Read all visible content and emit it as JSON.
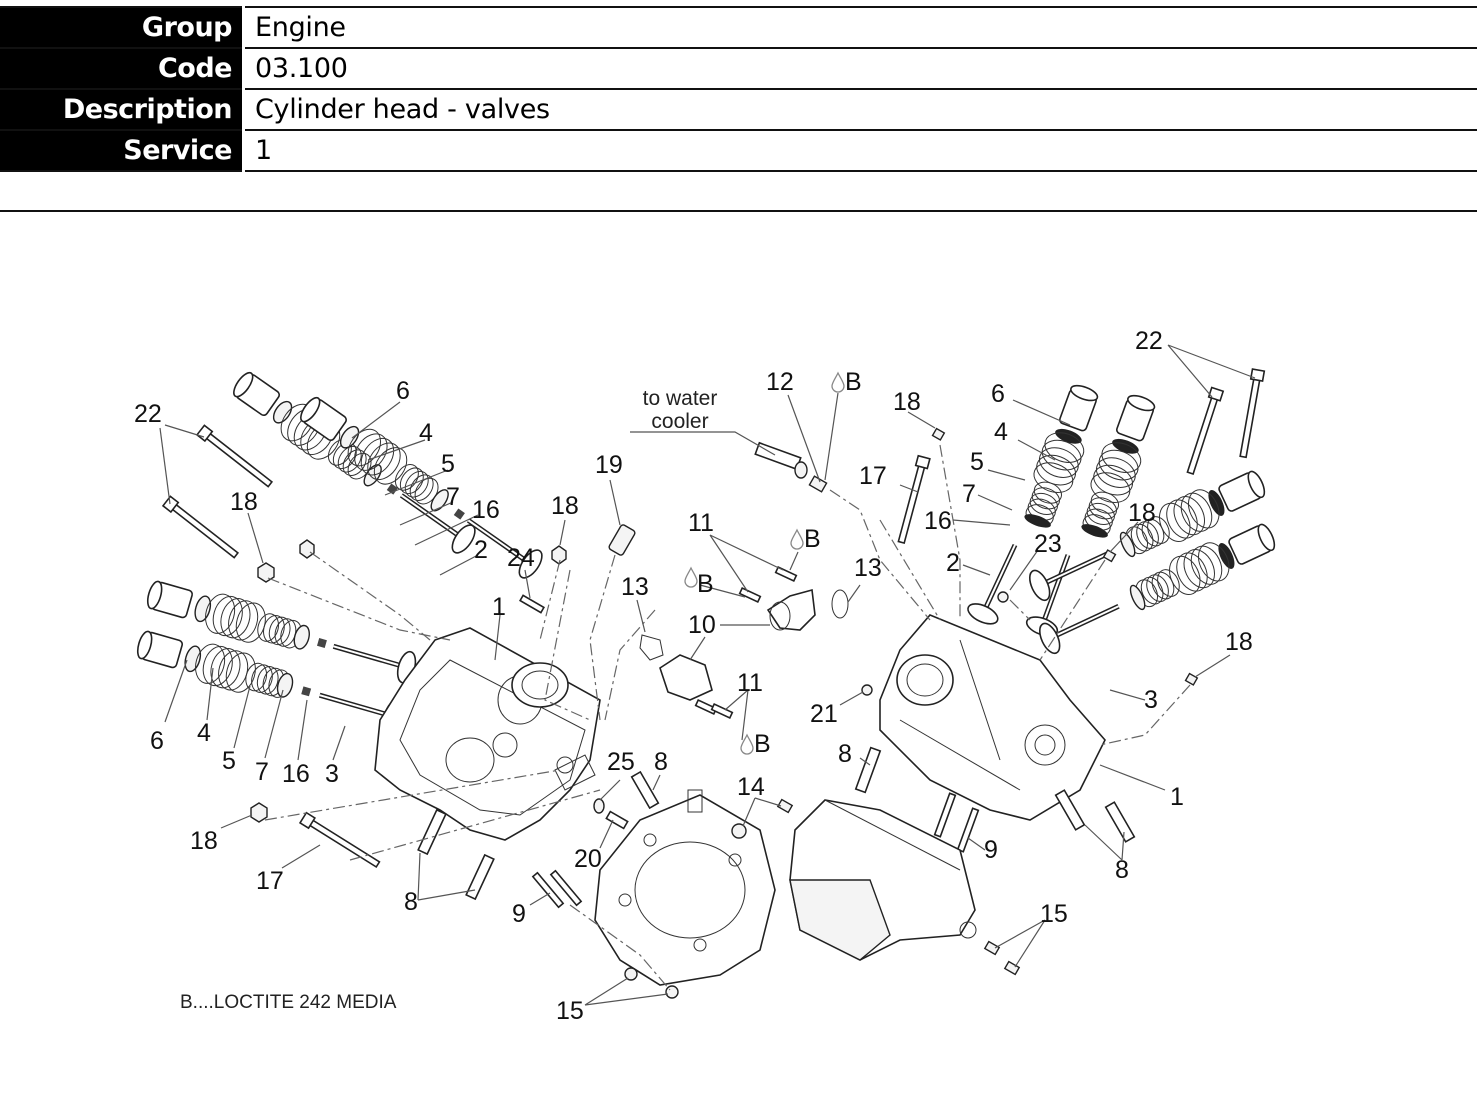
{
  "header": {
    "rows": [
      {
        "label": "Group",
        "value": "Engine"
      },
      {
        "label": "Code",
        "value": "03.100"
      },
      {
        "label": "Description",
        "value": "Cylinder head - valves"
      },
      {
        "label": "Service",
        "value": "1"
      }
    ]
  },
  "diagram": {
    "title": "Cylinder head - valves exploded view",
    "note": "B....LOCTITE 242 MEDIA",
    "water_label_line1": "to water",
    "water_label_line2": "cooler",
    "loctite_marker": "B",
    "callouts": {
      "c22a": "22",
      "c6a": "6",
      "c4a": "4",
      "c5a": "5",
      "c7a": "7",
      "c16a": "16",
      "c2a": "2",
      "c18a": "18",
      "c18b": "18",
      "c24": "24",
      "c19": "19",
      "c1a": "1",
      "c6b": "6",
      "c4b": "4",
      "c5b": "5",
      "c7b": "7",
      "c16b": "16",
      "c3a": "3",
      "c18c": "18",
      "c17a": "17",
      "c8a": "8",
      "c25": "25",
      "c8b": "8",
      "c20": "20",
      "c9a": "9",
      "c15a": "15",
      "c13a": "13",
      "c10": "10",
      "c11a": "11",
      "c11b": "11",
      "c12": "12",
      "c14": "14",
      "c21": "21",
      "c8c": "8",
      "c17b": "17",
      "c18d": "18",
      "c13b": "13",
      "c16c": "16",
      "c2b": "2",
      "c6c": "6",
      "c4c": "4",
      "c5c": "5",
      "c7c": "7",
      "c23": "23",
      "c18e": "18",
      "c22b": "22",
      "c18f": "18",
      "c3b": "3",
      "c1b": "1",
      "c9b": "9",
      "c8d": "8",
      "c15b": "15"
    }
  }
}
